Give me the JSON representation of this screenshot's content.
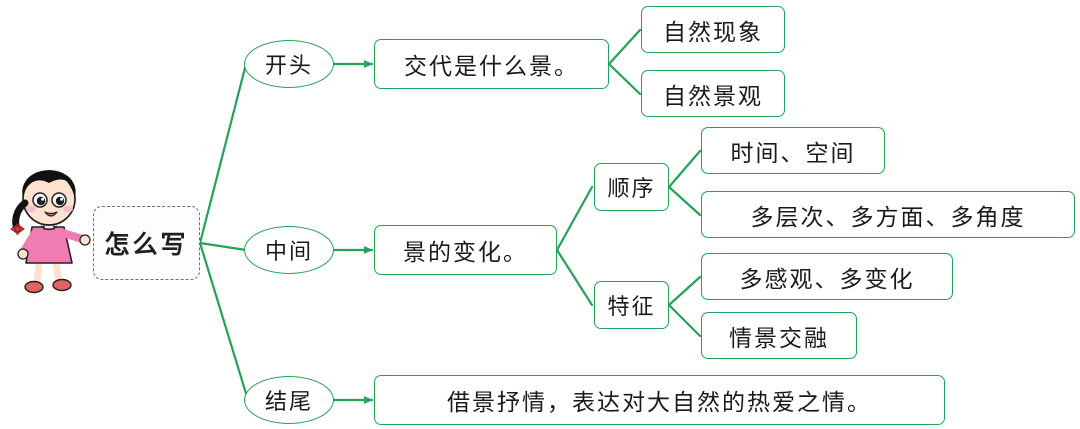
{
  "diagram": {
    "type": "mind-map",
    "title_node": "怎么写",
    "accent_color": "#22a355",
    "root_border_color": "#6d6d6d",
    "background": "#ffffff",
    "mascot": {
      "name": "cartoon-girl",
      "hair_color": "#111111",
      "dress_color": "#f07cb4",
      "skin_color": "#fde3cf",
      "shoe_color": "#e2635e",
      "bow_color": "#d93a3a"
    },
    "branches": [
      {
        "id": "kaitou",
        "label": "开头",
        "detail": "交代是什么景。",
        "leaves": [
          "自然现象",
          "自然景观"
        ]
      },
      {
        "id": "zhongjian",
        "label": "中间",
        "detail": "景的变化。",
        "groups": [
          {
            "label": "顺序",
            "leaves": [
              "时间、空间",
              "多层次、多方面、多角度"
            ]
          },
          {
            "label": "特征",
            "leaves": [
              "多感观、多变化",
              "情景交融"
            ]
          }
        ]
      },
      {
        "id": "jiewei",
        "label": "结尾",
        "detail": "借景抒情，表达对大自然的热爱之情。"
      }
    ]
  }
}
